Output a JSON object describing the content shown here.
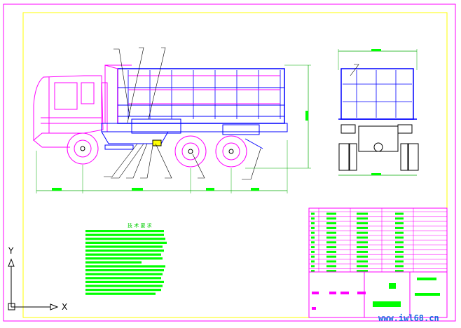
{
  "axes": {
    "y_label": "Y",
    "x_label": "X"
  },
  "watermark": "www.iwl68.cn",
  "colors": {
    "frame_outer": "#ff00ff",
    "frame_inner": "#ffff00",
    "cab": "#ff00ff",
    "body": "#0000ff",
    "dimension": "#00ff00",
    "notes_bar": "#00ff00",
    "tyre": "#ff00ff",
    "chassis": "#0000ff",
    "title_block_line": "#ff00ff",
    "title_block_text": "#00dd00"
  },
  "notes_title": "技 术 要 求",
  "icons": [
    "ucs-icon"
  ]
}
